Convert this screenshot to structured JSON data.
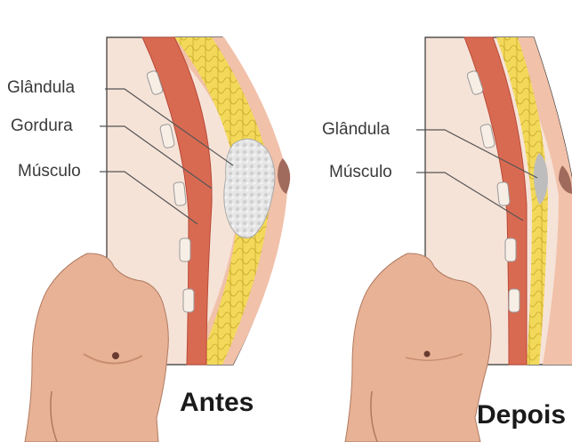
{
  "panels": [
    {
      "id": "before",
      "caption": "Antes",
      "labels": [
        "Glândula",
        "Gordura",
        "Músculo"
      ]
    },
    {
      "id": "after",
      "caption": "Depois",
      "labels": [
        "Glândula",
        "Músculo"
      ]
    }
  ],
  "colors": {
    "skin": "#e8b296",
    "skin_shadow": "#c98e72",
    "outer_skin": "#f1c1aa",
    "fat": "#f3d95a",
    "fat_cell_line": "#c9a92a",
    "muscle": "#d96a52",
    "muscle_dark": "#b84a38",
    "gland": "#dcdcdc",
    "nipple": "#a06a5c",
    "line": "#555555"
  }
}
